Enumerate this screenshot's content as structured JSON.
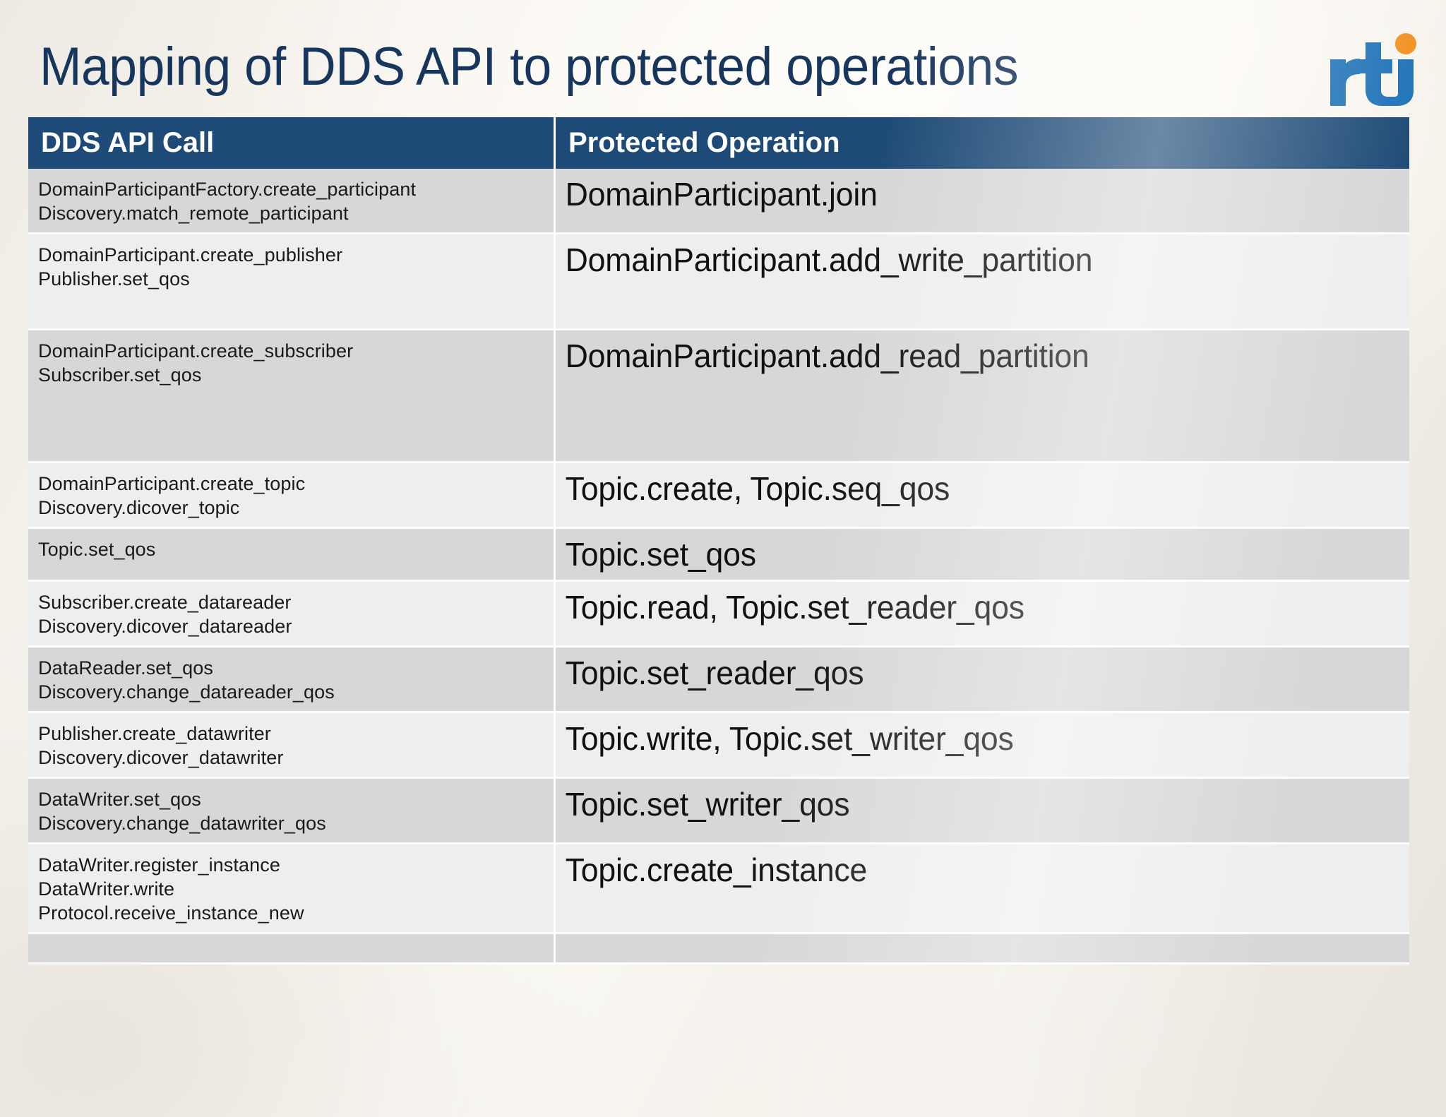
{
  "slide": {
    "title": "Mapping of DDS API to protected operations",
    "logo": {
      "name": "rti-logo",
      "wordmark": "rti",
      "blue": "#1f72b8",
      "orange": "#f29222"
    },
    "theme": {
      "title_color": "#17365d",
      "header_bg": "#1d4a76",
      "header_text": "#ffffff",
      "row_shade_dark": "#d7d7d9",
      "row_shade_light": "#edeef0",
      "grid_line": "#ffffff",
      "body_text": "#111111"
    }
  },
  "table": {
    "columns": [
      "DDS API Call",
      "Protected Operation"
    ],
    "rows": [
      {
        "api_lines": [
          "DomainParticipantFactory.create_participant",
          "Discovery.match_remote_participant"
        ],
        "operation": "DomainParticipant.join"
      },
      {
        "api_lines": [
          "DomainParticipant.create_publisher",
          "Publisher.set_qos"
        ],
        "operation": "DomainParticipant.add_write_partition"
      },
      {
        "api_lines": [
          "DomainParticipant.create_subscriber",
          "Subscriber.set_qos"
        ],
        "operation": "DomainParticipant.add_read_partition"
      },
      {
        "api_lines": [
          "DomainParticipant.create_topic",
          "Discovery.dicover_topic"
        ],
        "operation": "Topic.create, Topic.seq_qos"
      },
      {
        "api_lines": [
          "Topic.set_qos"
        ],
        "operation": "Topic.set_qos"
      },
      {
        "api_lines": [
          "Subscriber.create_datareader",
          "Discovery.dicover_datareader"
        ],
        "operation": "Topic.read, Topic.set_reader_qos"
      },
      {
        "api_lines": [
          "DataReader.set_qos",
          "Discovery.change_datareader_qos"
        ],
        "operation": "Topic.set_reader_qos"
      },
      {
        "api_lines": [
          "Publisher.create_datawriter",
          "Discovery.dicover_datawriter"
        ],
        "operation": "Topic.write, Topic.set_writer_qos"
      },
      {
        "api_lines": [
          "DataWriter.set_qos",
          "Discovery.change_datawriter_qos"
        ],
        "operation": "Topic.set_writer_qos"
      },
      {
        "api_lines": [
          "DataWriter.register_instance",
          "DataWriter.write",
          "Protocol.receive_instance_new"
        ],
        "operation": "Topic.create_instance"
      },
      {
        "api_lines": [],
        "operation": ""
      }
    ]
  }
}
